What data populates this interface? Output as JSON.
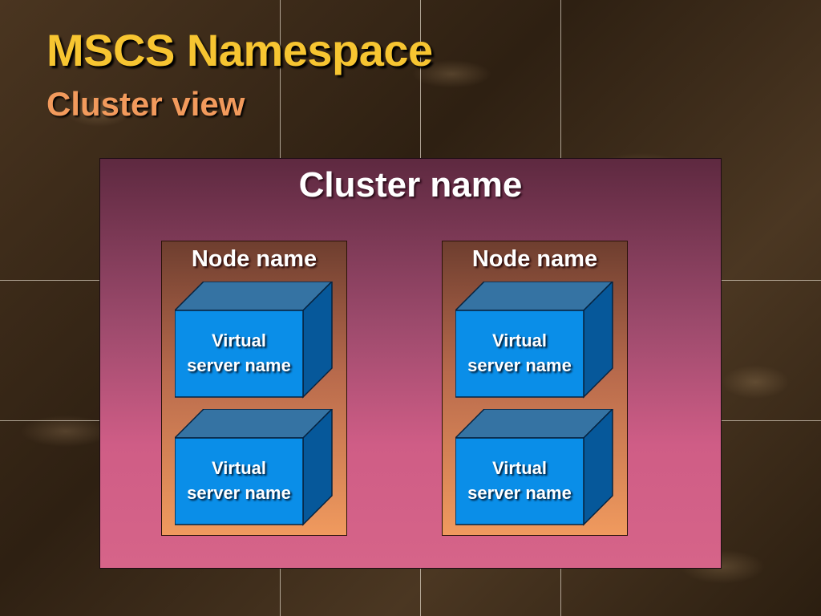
{
  "slide": {
    "title": "MSCS Namespace",
    "subtitle": "Cluster view"
  },
  "cluster": {
    "name": "Cluster name",
    "colors": {
      "top": "#5e2940",
      "bottom": "#d66489"
    },
    "nodes": [
      {
        "name": "Node name",
        "virtual_servers": [
          {
            "line1": "Virtual",
            "line2": "server name"
          },
          {
            "line1": "Virtual",
            "line2": "server name"
          }
        ]
      },
      {
        "name": "Node name",
        "virtual_servers": [
          {
            "line1": "Virtual",
            "line2": "server name"
          },
          {
            "line1": "Virtual",
            "line2": "server name"
          }
        ]
      }
    ]
  },
  "colors": {
    "title": "#f7c531",
    "subtitle": "#f29a5c",
    "node_top": "#6e3e2f",
    "node_bottom": "#f09a5e",
    "box_front": "#0a8ee8",
    "box_top": "#3573a3",
    "box_side": "#06589a"
  }
}
